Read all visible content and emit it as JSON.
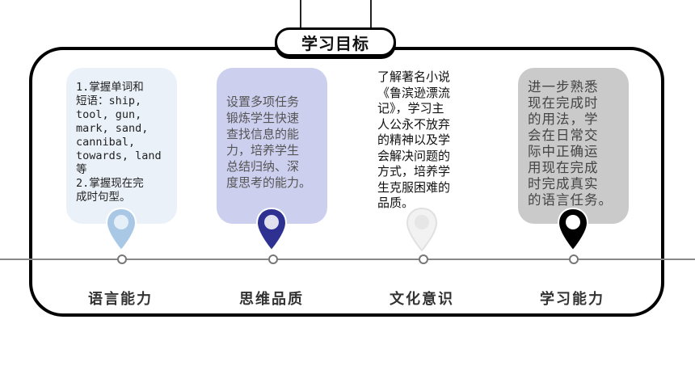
{
  "title": "学习目标",
  "colors": {
    "frame": "#000000",
    "card_language": "#eaf1f9",
    "card_thinking": "#cccfee",
    "card_culture": "#ffffff",
    "card_learning": "#cacaca",
    "pin_language": "#a8c8e6",
    "pin_thinking": "#2e3192",
    "pin_culture": "#f0f0f0",
    "pin_learning": "#000000"
  },
  "items": [
    {
      "label": "语言能力",
      "pin_icon": "location-pin-icon",
      "lines": [
        "1.掌握单词和",
        "短语：ship,",
        "tool, gun,",
        "mark, sand,",
        "cannibal,",
        "towards, land",
        "等",
        "2.掌握现在完",
        "成时句型。"
      ]
    },
    {
      "label": "思维品质",
      "pin_icon": "location-pin-icon",
      "lines": [
        "设置多项任务",
        "锻炼学生快速",
        "查找信息的能",
        "力，培养学生",
        "总结归纳、深",
        "度思考的能力。"
      ]
    },
    {
      "label": "文化意识",
      "pin_icon": "location-pin-icon",
      "lines": [
        "了解著名小说",
        "《鲁滨逊漂流",
        "记》，学习主",
        "人公永不放弃",
        "的精神以及学",
        "会解决问题的",
        "方式，培养学",
        "生克服困难的",
        "品质。"
      ]
    },
    {
      "label": "学习能力",
      "pin_icon": "location-pin-icon",
      "lines": [
        "进一步熟悉",
        "现在完成时",
        "的用法，学",
        "会在日常交",
        "际中正确运",
        "用现在完成",
        "时完成真实",
        "的语言任务。"
      ]
    }
  ]
}
